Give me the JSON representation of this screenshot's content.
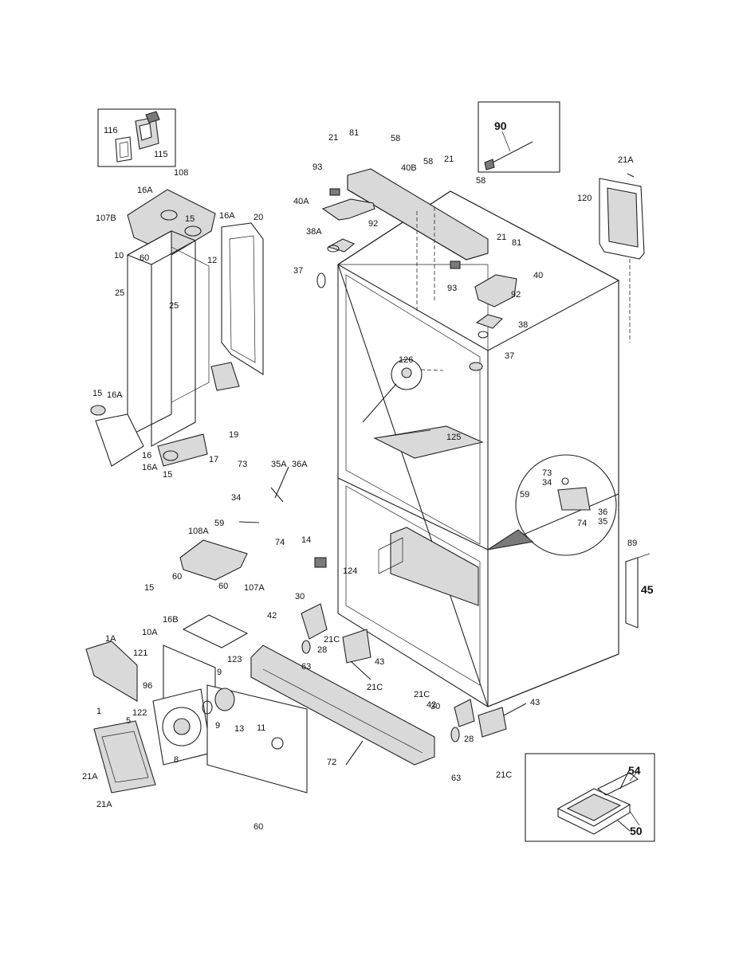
{
  "labels": {
    "l116": "116",
    "l115": "115",
    "l108": "108",
    "l16A_a": "16A",
    "l107B": "107B",
    "l15_a": "15",
    "l16A_b": "16A",
    "l20": "20",
    "l10": "10",
    "l60_a": "60",
    "l12": "12",
    "l25_a": "25",
    "l25_b": "25",
    "l15_b": "15",
    "l16A_c": "16A",
    "l19": "19",
    "l16": "16",
    "l16A_d": "16A",
    "l15_c": "15",
    "l17": "17",
    "l21_a": "21",
    "l81_a": "81",
    "l58_a": "58",
    "l93_a": "93",
    "l40B": "40B",
    "l58_b": "58",
    "l21_b": "21",
    "l40A": "40A",
    "l92_a": "92",
    "l38A": "38A",
    "l37_a": "37",
    "l93_b": "93",
    "l21_c": "21",
    "l81_b": "81",
    "l58_c": "58",
    "l40": "40",
    "l92_b": "92",
    "l38": "38",
    "l37_b": "37",
    "l126": "126",
    "l125": "125",
    "l90": "90",
    "l21A_a": "21A",
    "l120": "120",
    "l73_a": "73",
    "l35A": "35A",
    "l36A": "36A",
    "l34_a": "34",
    "l59_a": "59",
    "l74_a": "74",
    "l14": "14",
    "l108A": "108A",
    "l60_b": "60",
    "l60_c": "60",
    "l15_d": "15",
    "l16B": "16B",
    "l107A": "107A",
    "l30_a": "30",
    "l42_a": "42",
    "l21C_a": "21C",
    "l28_a": "28",
    "l63_a": "63",
    "l43_a": "43",
    "l21C_b": "21C",
    "l124": "124",
    "l73_b": "73",
    "l34_b": "34",
    "l59_b": "59",
    "l36": "36",
    "l74_b": "74",
    "l35": "35",
    "l89": "89",
    "l45": "45",
    "l1A": "1A",
    "l10A": "10A",
    "l121": "121",
    "l96": "96",
    "l123": "123",
    "l9_a": "9",
    "l9_b": "9",
    "l13": "13",
    "l11": "11",
    "l1": "1",
    "l122": "122",
    "l5": "5",
    "l8": "8",
    "l21A_b": "21A",
    "l21A_c": "21A",
    "l60_d": "60",
    "l72": "72",
    "l21C_c": "21C",
    "l42_b": "42",
    "l30_b": "30",
    "l43_b": "43",
    "l28_b": "28",
    "l63_b": "63",
    "l21C_d": "21C",
    "l54": "54",
    "l50": "50"
  }
}
